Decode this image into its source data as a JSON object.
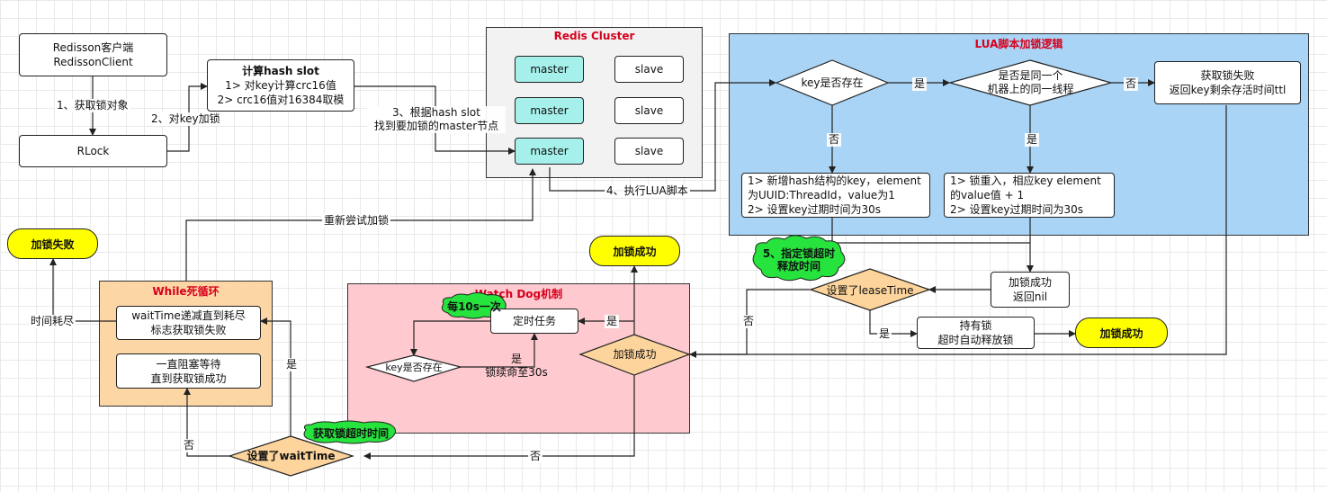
{
  "client": {
    "line1": "Redisson客户端",
    "line2": "RedissonClient"
  },
  "rlock": {
    "label": "RLock"
  },
  "hash_slot": {
    "title": "计算hash slot",
    "line1": "1> 对key计算crc16值",
    "line2": "2> crc16值对16384取模"
  },
  "cluster": {
    "title": "Redis Cluster",
    "masters": [
      "master",
      "master",
      "master"
    ],
    "slaves": [
      "slave",
      "slave",
      "slave"
    ]
  },
  "lua": {
    "title": "LUA脚本加锁逻辑",
    "key_exists": "key是否存在",
    "same_thread": {
      "line1": "是否是同一个",
      "line2": "机器上的同一线程"
    },
    "fail_box": {
      "line1": "获取锁失败",
      "line2": "返回key剩余存活时间ttl"
    },
    "new_key": {
      "line1": "1> 新增hash结构的key，element",
      "line2": "为UUID:ThreadId，value为1",
      "line3": "2> 设置key过期时间为30s"
    },
    "reentrant": {
      "line1": "1> 锁重入，相应key element",
      "line2": "的value值 + 1",
      "line3": "2> 设置key过期时间为30s"
    }
  },
  "success_nil": {
    "line1": "加锁成功",
    "line2": "返回nil"
  },
  "lease_time": "设置了leaseTime",
  "hold_lock": {
    "line1": "持有锁",
    "line2": "超时自动释放锁"
  },
  "terminals": {
    "success_right": "加锁成功",
    "success_top": "加锁成功",
    "fail": "加锁失败"
  },
  "watchdog": {
    "title": "Watch Dog机制",
    "timer": "定时任务",
    "key_exists": "key是否存在",
    "renew": {
      "line1": "是",
      "line2": "锁续命至30s"
    },
    "success_diamond": "加锁成功"
  },
  "while_loop": {
    "title": "While死循环",
    "wait_dec": {
      "line1": "waitTime递减直到耗尽",
      "line2": "标志获取锁失败"
    },
    "block": {
      "line1": "一直阻塞等待",
      "line2": "直到获取锁成功"
    }
  },
  "wait_time": "设置了waitTime",
  "clouds": {
    "lease": {
      "line1": "5、指定锁超时",
      "line2": "释放时间"
    },
    "every10": "每10s一次",
    "acquire_timeout": "获取锁超时时间"
  },
  "edge_labels": {
    "get_lock_obj": "1、获取锁对象",
    "lock_key": "2、对key加锁",
    "find_master": {
      "line1": "3、根据hash slot",
      "line2": "找到要加锁的master节点"
    },
    "exec_lua": "4、执行LUA脚本",
    "retry": "重新尝试加锁",
    "yes1": "是",
    "no1": "否",
    "yes2": "是",
    "no2": "否",
    "yes_timer": "是",
    "no_lease": "否",
    "yes_lease": "是",
    "yes_wait": "是",
    "no_wait": "否",
    "no_wait_bottom": "否",
    "time_out": "时间耗尽"
  },
  "colors": {
    "lua_bg": "#a9d4f5",
    "cluster_bg": "#f2f2f2",
    "master_bg": "#a5f0ea",
    "watchdog_bg": "#fec9cf",
    "while_bg": "#fdd6a6",
    "diamond_orange": "#fcd49c",
    "terminal_yellow": "#ffff00",
    "cloud_green": "#26e33d"
  }
}
